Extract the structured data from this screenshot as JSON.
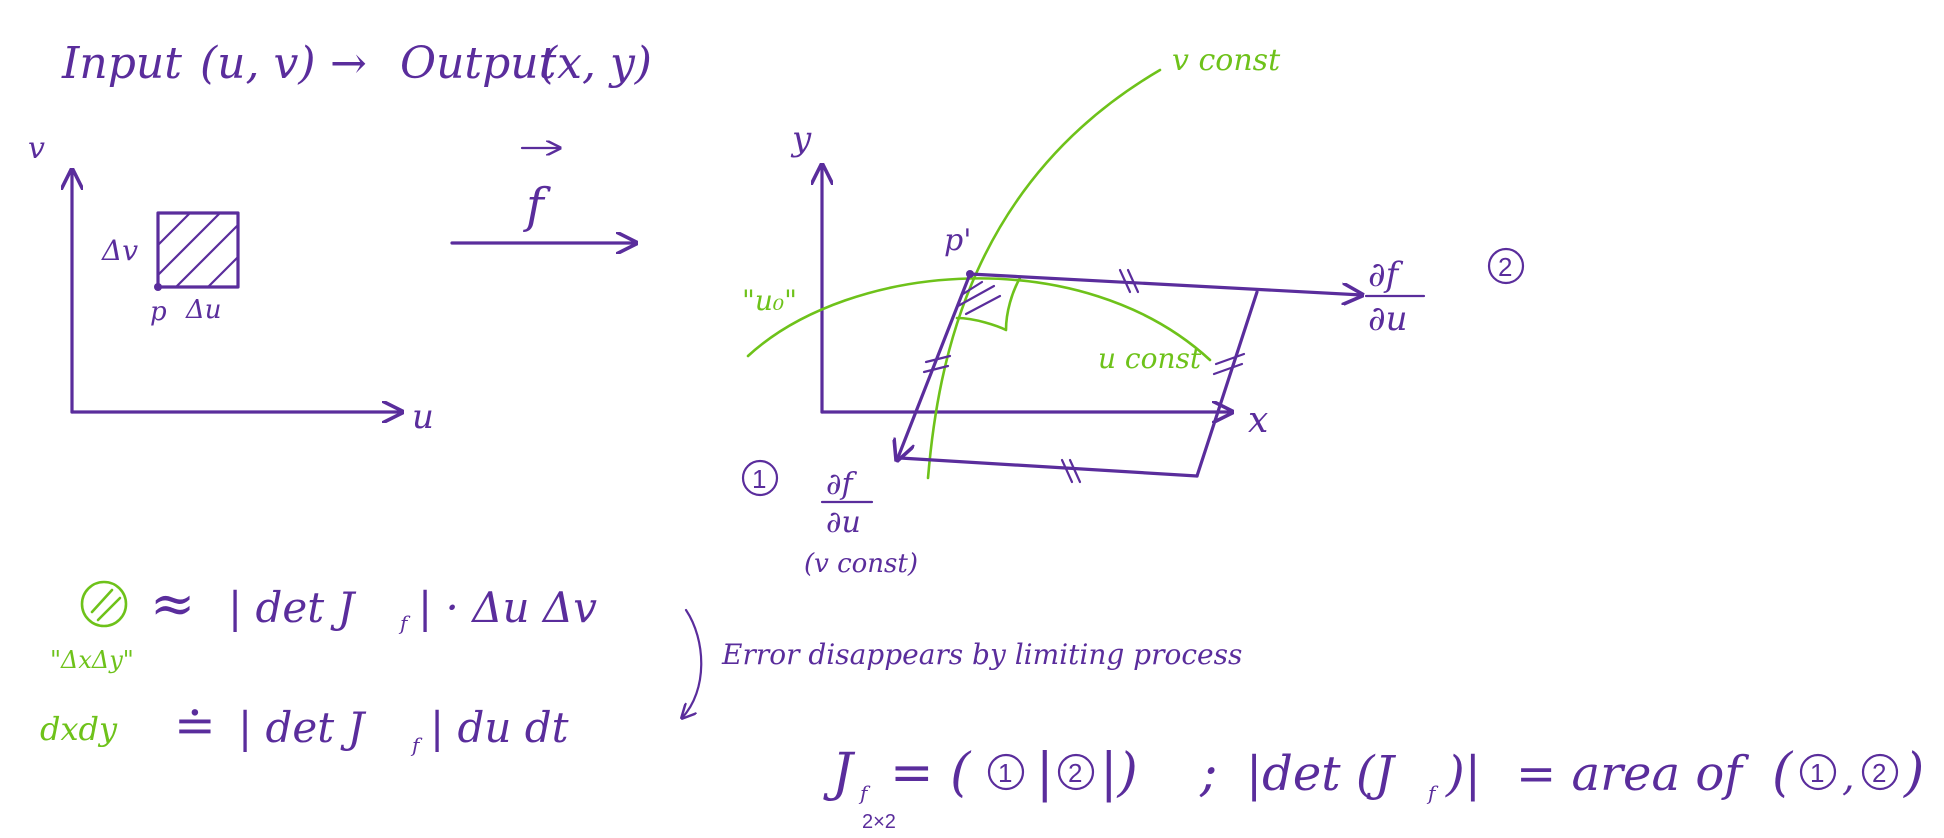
{
  "colors": {
    "ink": "#5a2d9c",
    "highlight": "#6ec21a",
    "paper": "#ffffff"
  },
  "header": {
    "input": "Input",
    "input_args": "(u, v)",
    "arrow": "→",
    "output": "Output",
    "output_args": "(x, y)"
  },
  "left_plot": {
    "v_label": "v",
    "u_label": "u",
    "dv_label": "Δv",
    "du_label": "Δu",
    "p_label": "p"
  },
  "map": {
    "f_label": "f"
  },
  "right_plot": {
    "y_label": "y",
    "x_label": "x",
    "p_prime_label": "p'",
    "v_const_label": "v const",
    "u_const_label": "u const",
    "u0_label": "\"u₀\"",
    "partial_num": "∂f",
    "partial_den": "∂u",
    "partial_num_1": "∂f",
    "partial_den_1": "∂u",
    "partial_note_1": "(v const)",
    "circle_1": "1",
    "circle_2": "2"
  },
  "equations": {
    "approx": "≈",
    "det_line1": "| det  J",
    "det_line1_tail": "| · Δu Δv",
    "dxdy_hint": "\"ΔxΔy\"",
    "dxdy": "dxdy",
    "eq_sign": "≐",
    "det_line2": "| det  J",
    "det_line2_tail": "| du dt",
    "error_note": "Error disappears by limiting process",
    "jacobian_J": "J",
    "jacobian_size": "2×2",
    "jacobian_eq": "= (",
    "jacobian_sep": "|",
    "jacobian_close": "|)",
    "semicolon": ";",
    "det_abs_open": "|det (J",
    "det_abs_close": ")|",
    "area_of": "= area of",
    "pair_open": "(",
    "pair_sep": ",",
    "pair_close": ")",
    "c1": "1",
    "c2": "2"
  }
}
